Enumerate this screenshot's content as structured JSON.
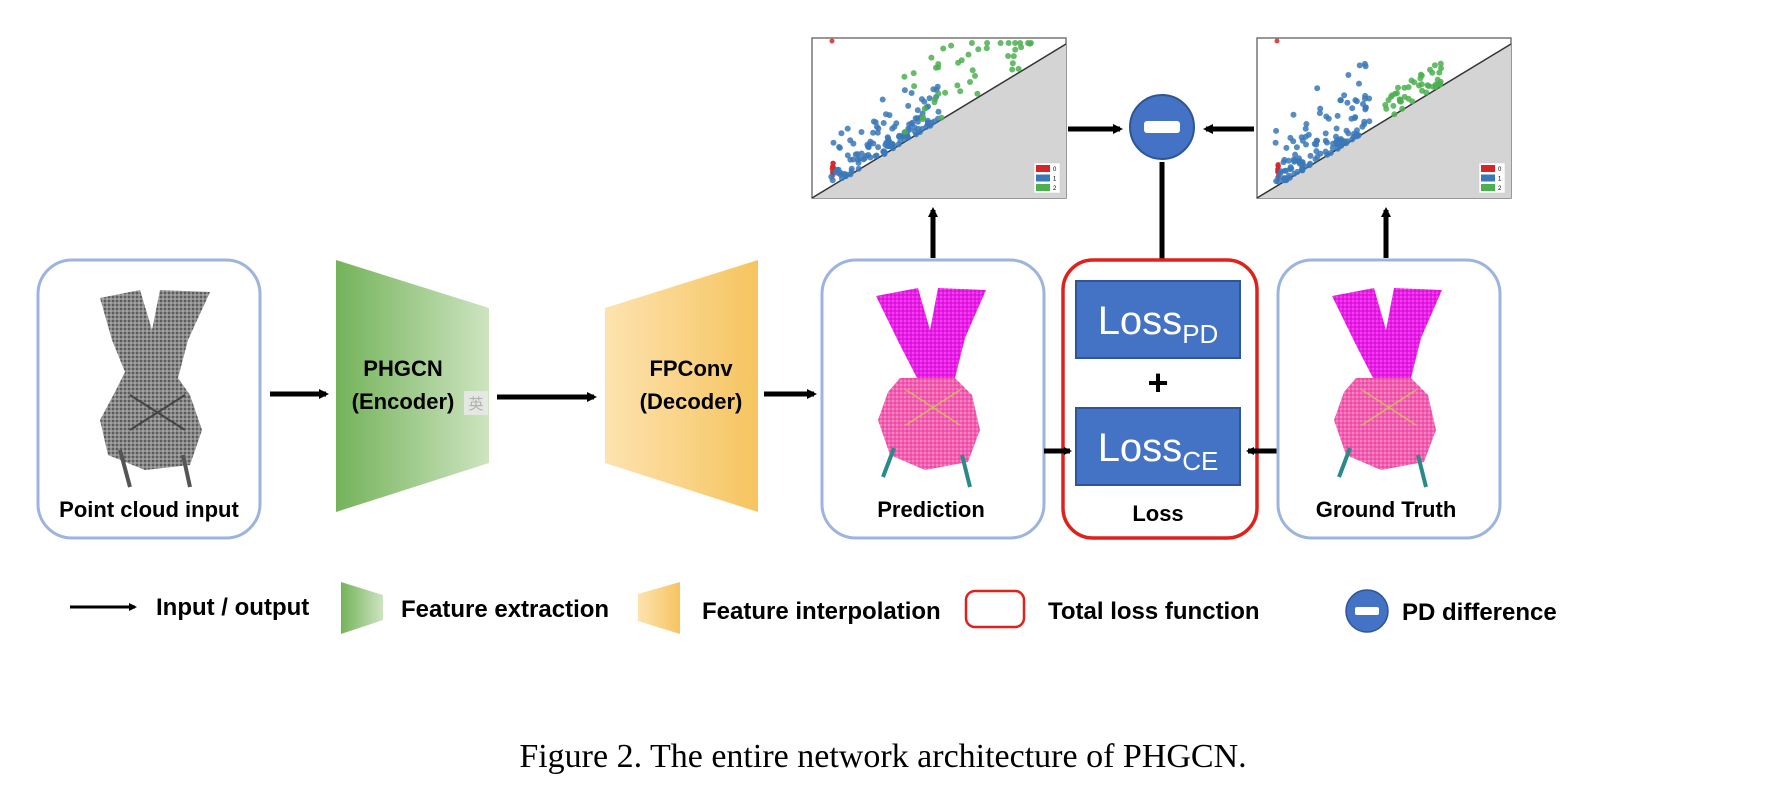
{
  "nodes": {
    "input_box": {
      "label": "Point cloud input"
    },
    "encoder": {
      "line1": "PHGCN",
      "line2": "(Encoder)",
      "ime_glyph": "英"
    },
    "decoder": {
      "line1": "FPConv",
      "line2": "(Decoder)"
    },
    "prediction_box": {
      "label": "Prediction"
    },
    "loss_box": {
      "label": "Loss",
      "plus": "+"
    },
    "loss_pd": {
      "main": "Loss",
      "sub": "PD"
    },
    "loss_ce": {
      "main": "Loss",
      "sub": "CE"
    },
    "ground_truth_box": {
      "label": "Ground Truth"
    }
  },
  "persistence_diagram": {
    "legend": [
      "0",
      "1",
      "2"
    ],
    "colors": {
      "0": "#d62728",
      "1": "#3a78b8",
      "2": "#4caf50"
    }
  },
  "legend": {
    "arrow": "Input / output",
    "feature_extraction": "Feature extraction",
    "feature_interpolation": "Feature interpolation",
    "total_loss": "Total loss function",
    "pd_difference": "PD difference"
  },
  "caption": "Figure 2. The entire network architecture of PHGCN.",
  "colors": {
    "box_border": "#9db4e0",
    "encoder_green": "#74b35a",
    "decoder_orange": "#f6c45f",
    "loss_red": "#e0201b",
    "loss_blue": "#4472c4",
    "minus_circle": "#4472c4"
  }
}
